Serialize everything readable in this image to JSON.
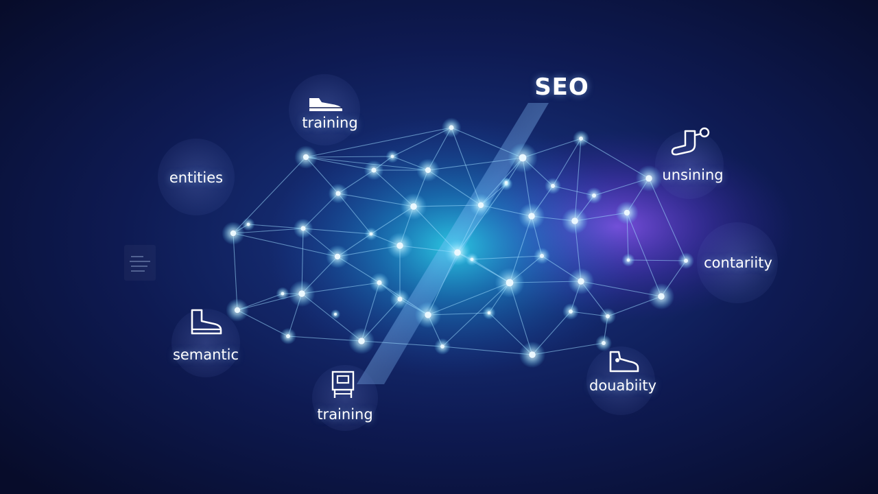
{
  "title": "SEO",
  "terms": {
    "training_top": "training",
    "entities": "entities",
    "unsining": "unsining",
    "contariity": "contariity",
    "semantic": "semantic",
    "training_bottom": "training",
    "douabiity": "douabiity"
  },
  "icons": {
    "training_top": "sneaker-icon",
    "unsining": "sock-icon",
    "semantic": "boot-icon",
    "training_bottom": "machine-icon",
    "douabiity": "shoe-icon"
  },
  "colors": {
    "background": "#0a1236",
    "glow_cyan": "#2fe0f0",
    "glow_violet": "#8a4cf0",
    "node": "#eaf8ff",
    "edge": "#9fdcff",
    "text": "#ffffff"
  }
}
